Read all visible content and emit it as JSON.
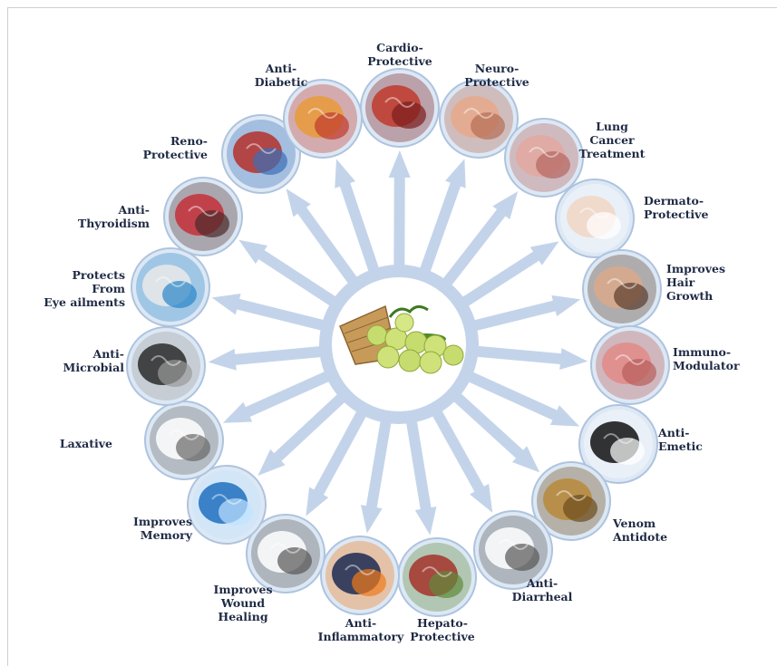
{
  "center": {
    "icon": "basket-of-amla-fruits-icon"
  },
  "colors": {
    "arrow": "#c3d4ea",
    "node_fill": "#dde8f5",
    "node_stroke": "#aec3de",
    "text": "#1f2a44"
  },
  "nodes": [
    {
      "id": "cardio-protective",
      "label": [
        "Cardio-",
        "Protective"
      ],
      "icon": "heart-icon",
      "colors": [
        "#c0392b",
        "#7a1d1d"
      ]
    },
    {
      "id": "neuro-protective",
      "label": [
        "Neuro-",
        "Protective"
      ],
      "icon": "brain-icon",
      "colors": [
        "#e6a98b",
        "#b56d56"
      ]
    },
    {
      "id": "lung-cancer-treatment",
      "label": [
        "Lung",
        "Cancer",
        "Treatment"
      ],
      "icon": "lungs-icon",
      "colors": [
        "#e3a8a0",
        "#b5655f"
      ]
    },
    {
      "id": "dermato-protective",
      "label": [
        "Dermato-",
        "Protective"
      ],
      "icon": "skin-bandage-icon",
      "colors": [
        "#f1d6c4",
        "#ffffff"
      ]
    },
    {
      "id": "improves-hair-growth",
      "label": [
        "Improves",
        "Hair",
        "Growth"
      ],
      "icon": "bald-head-icon",
      "colors": [
        "#d9a98b",
        "#5a3b2a"
      ]
    },
    {
      "id": "immuno-modulator",
      "label": [
        "Immuno-",
        "Modulator"
      ],
      "icon": "spleen-icon",
      "colors": [
        "#e28b88",
        "#b85c5a"
      ]
    },
    {
      "id": "anti-emetic",
      "label": [
        "Anti-",
        "Emetic"
      ],
      "icon": "vomiting-person-icon",
      "colors": [
        "#111111",
        "#ffffff"
      ]
    },
    {
      "id": "venom-antidote",
      "label": [
        "Venom",
        "Antidote"
      ],
      "icon": "snake-icon",
      "colors": [
        "#b98a3a",
        "#6b4a1a"
      ]
    },
    {
      "id": "anti-diarrheal",
      "label": [
        "Anti-",
        "Diarrheal"
      ],
      "icon": "toilet-running-person-icon",
      "colors": [
        "#ffffff",
        "#555555"
      ]
    },
    {
      "id": "hepato-protective",
      "label": [
        "Hepato-",
        "Protective"
      ],
      "icon": "liver-icon",
      "colors": [
        "#a5322a",
        "#5f8a3a"
      ]
    },
    {
      "id": "anti-inflammatory",
      "label": [
        "Anti-",
        "Inflammatory"
      ],
      "icon": "spine-inflammation-icon",
      "colors": [
        "#1b2a52",
        "#f07a1a"
      ]
    },
    {
      "id": "improves-wound-healing",
      "label": [
        "Improves",
        "Wound",
        "Healing"
      ],
      "icon": "injured-person-sketch-icon",
      "colors": [
        "#ffffff",
        "#555555"
      ]
    },
    {
      "id": "improves-memory",
      "label": [
        "Improves",
        "Memory"
      ],
      "icon": "glowing-brain-icon",
      "colors": [
        "#1f6fc0",
        "#bfe3ff"
      ]
    },
    {
      "id": "laxative",
      "label": [
        "Laxative"
      ],
      "icon": "toilet-child-sketch-icon",
      "colors": [
        "#ffffff",
        "#666666"
      ]
    },
    {
      "id": "anti-microbial",
      "label": [
        "Anti-",
        "Microbial"
      ],
      "icon": "microbes-icon",
      "colors": [
        "#2a2a2a",
        "#9a9a9a"
      ]
    },
    {
      "id": "eye-protection",
      "label": [
        "Protects",
        "From",
        "Eye ailments"
      ],
      "icon": "eyeball-icon",
      "colors": [
        "#e9e9e9",
        "#2a86c9"
      ]
    },
    {
      "id": "anti-thyroidism",
      "label": [
        "Anti-",
        "Thyroidism"
      ],
      "icon": "thyroid-gland-icon",
      "colors": [
        "#c62f3a",
        "#4a2a2a"
      ]
    },
    {
      "id": "reno-protective",
      "label": [
        "Reno-",
        "Protective"
      ],
      "icon": "kidneys-icon",
      "colors": [
        "#b5302a",
        "#3a6fb8"
      ]
    },
    {
      "id": "anti-diabetic",
      "label": [
        "Anti-",
        "Diabetic"
      ],
      "icon": "pancreas-icon",
      "colors": [
        "#e89a3a",
        "#c0392b"
      ]
    }
  ]
}
